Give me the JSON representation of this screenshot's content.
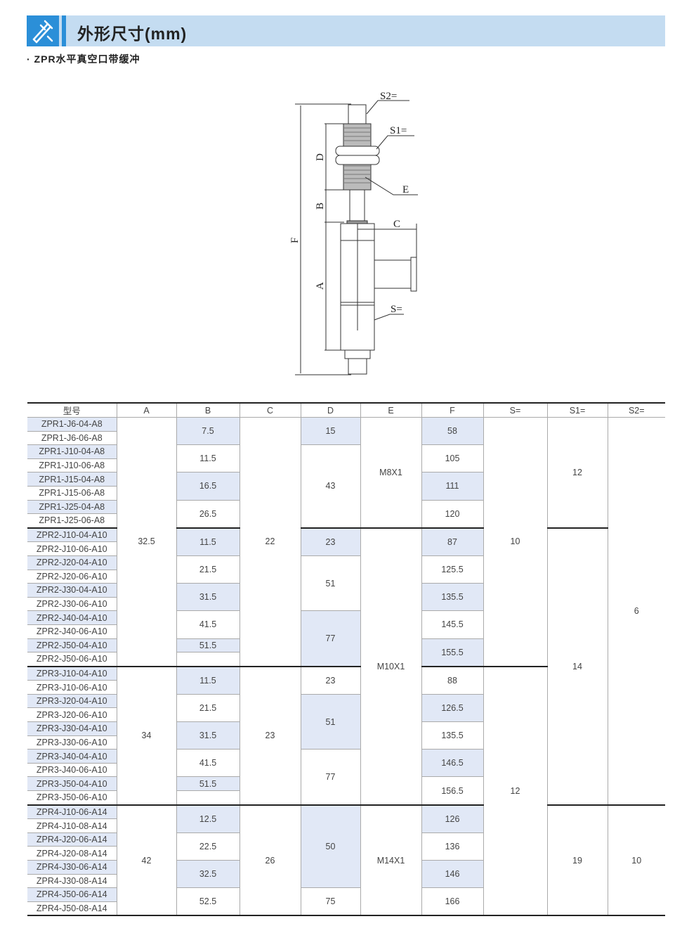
{
  "header": {
    "title": "外形尺寸(mm)",
    "subtitle": "· ZPR水平真空口带缓冲",
    "icon": "caliper-icon",
    "accent": "#2b8fd8",
    "bar_color": "#c4dcf1"
  },
  "drawing": {
    "labels": {
      "S2": "S2=",
      "S1": "S1=",
      "E": "E",
      "C": "C",
      "S": "S=",
      "D": "D",
      "B": "B",
      "A": "A",
      "F": "F"
    }
  },
  "table": {
    "headers": [
      "型号",
      "A",
      "B",
      "C",
      "D",
      "E",
      "F",
      "S=",
      "S1=",
      "S2="
    ],
    "models": [
      "ZPR1-J6-04-A8",
      "ZPR1-J6-06-A8",
      "ZPR1-J10-04-A8",
      "ZPR1-J10-06-A8",
      "ZPR1-J15-04-A8",
      "ZPR1-J15-06-A8",
      "ZPR1-J25-04-A8",
      "ZPR1-J25-06-A8",
      "ZPR2-J10-04-A10",
      "ZPR2-J10-06-A10",
      "ZPR2-J20-04-A10",
      "ZPR2-J20-06-A10",
      "ZPR2-J30-04-A10",
      "ZPR2-J30-06-A10",
      "ZPR2-J40-04-A10",
      "ZPR2-J40-06-A10",
      "ZPR2-J50-04-A10",
      "ZPR2-J50-06-A10",
      "ZPR3-J10-04-A10",
      "ZPR3-J10-06-A10",
      "ZPR3-J20-04-A10",
      "ZPR3-J20-06-A10",
      "ZPR3-J30-04-A10",
      "ZPR3-J30-06-A10",
      "ZPR3-J40-04-A10",
      "ZPR3-J40-06-A10",
      "ZPR3-J50-04-A10",
      "ZPR3-J50-06-A10",
      "ZPR4-J10-06-A14",
      "ZPR4-J10-08-A14",
      "ZPR4-J20-06-A14",
      "ZPR4-J20-08-A14",
      "ZPR4-J30-06-A14",
      "ZPR4-J30-08-A14",
      "ZPR4-J50-06-A14",
      "ZPR4-J50-08-A14"
    ],
    "columns": [
      [
        {
          "v": "32.5",
          "span": 18
        },
        {
          "v": "34",
          "span": 10
        },
        {
          "v": "42",
          "span": 8
        }
      ],
      [
        {
          "v": "7.5",
          "span": 2,
          "sh": 1
        },
        {
          "v": "11.5",
          "span": 2
        },
        {
          "v": "16.5",
          "span": 2,
          "sh": 1
        },
        {
          "v": "26.5",
          "span": 2
        },
        {
          "v": "11.5",
          "span": 2,
          "sh": 1
        },
        {
          "v": "21.5",
          "span": 2
        },
        {
          "v": "31.5",
          "span": 2,
          "sh": 1
        },
        {
          "v": "41.5",
          "span": 2
        },
        {
          "v": "51.5",
          "span": 1,
          "sh": 1
        },
        {
          "v": "",
          "span": 1
        },
        {
          "v": "11.5",
          "span": 2,
          "sh": 1
        },
        {
          "v": "21.5",
          "span": 2
        },
        {
          "v": "31.5",
          "span": 2,
          "sh": 1
        },
        {
          "v": "41.5",
          "span": 2
        },
        {
          "v": "51.5",
          "span": 1,
          "sh": 1
        },
        {
          "v": "",
          "span": 1
        },
        {
          "v": "12.5",
          "span": 2,
          "sh": 1
        },
        {
          "v": "22.5",
          "span": 2
        },
        {
          "v": "32.5",
          "span": 2,
          "sh": 1
        },
        {
          "v": "52.5",
          "span": 2
        }
      ],
      [
        {
          "v": "22",
          "span": 18
        },
        {
          "v": "23",
          "span": 10
        },
        {
          "v": "26",
          "span": 8
        }
      ],
      [
        {
          "v": "15",
          "span": 2,
          "sh": 1
        },
        {
          "v": "43",
          "span": 6
        },
        {
          "v": "23",
          "span": 2,
          "sh": 1
        },
        {
          "v": "51",
          "span": 4
        },
        {
          "v": "77",
          "span": 4,
          "sh": 1
        },
        {
          "v": "23",
          "span": 2
        },
        {
          "v": "51",
          "span": 4,
          "sh": 1
        },
        {
          "v": "77",
          "span": 4
        },
        {
          "v": "50",
          "span": 6,
          "sh": 1
        },
        {
          "v": "75",
          "span": 2
        }
      ],
      [
        {
          "v": "M8X1",
          "span": 8
        },
        {
          "v": "M10X1",
          "span": 20
        },
        {
          "v": "M14X1",
          "span": 8
        }
      ],
      [
        {
          "v": "58",
          "span": 2,
          "sh": 1
        },
        {
          "v": "105",
          "span": 2
        },
        {
          "v": "111",
          "span": 2,
          "sh": 1
        },
        {
          "v": "120",
          "span": 2
        },
        {
          "v": "87",
          "span": 2,
          "sh": 1
        },
        {
          "v": "125.5",
          "span": 2
        },
        {
          "v": "135.5",
          "span": 2,
          "sh": 1
        },
        {
          "v": "145.5",
          "span": 2
        },
        {
          "v": "155.5",
          "span": 2,
          "sh": 1
        },
        {
          "v": "88",
          "span": 2
        },
        {
          "v": "126.5",
          "span": 2,
          "sh": 1
        },
        {
          "v": "135.5",
          "span": 2
        },
        {
          "v": "146.5",
          "span": 2,
          "sh": 1
        },
        {
          "v": "156.5",
          "span": 2
        },
        {
          "v": "126",
          "span": 2,
          "sh": 1
        },
        {
          "v": "136",
          "span": 2
        },
        {
          "v": "146",
          "span": 2,
          "sh": 1
        },
        {
          "v": "166",
          "span": 2
        }
      ],
      [
        {
          "v": "10",
          "span": 18
        },
        {
          "v": "12",
          "span": 18
        }
      ],
      [
        {
          "v": "12",
          "span": 8
        },
        {
          "v": "14",
          "span": 20
        },
        {
          "v": "19",
          "span": 8
        }
      ],
      [
        {
          "v": "6",
          "span": 28
        },
        {
          "v": "10",
          "span": 8
        }
      ]
    ],
    "shade_color": "#e1e8f6"
  }
}
